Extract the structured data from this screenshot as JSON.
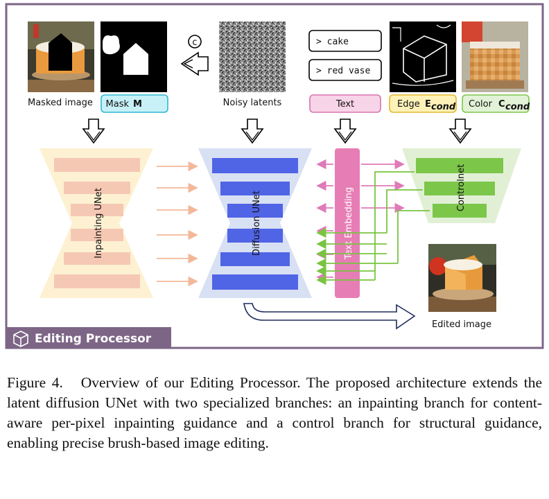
{
  "diagram": {
    "inputs": {
      "masked_image": "Masked image",
      "mask": "Mask",
      "mask_symbol": "M",
      "noisy_latents": "Noisy latents",
      "text_chips": [
        "> cake",
        "> red vase"
      ],
      "text": "Text",
      "edge": "Edge",
      "edge_symbol": "E",
      "color": "Color",
      "color_symbol": "C",
      "cond_subscript": "cond",
      "concat_symbol": "c"
    },
    "modules": {
      "inpainting": "Inpainting UNet",
      "diffusion": "Diffusion UNet",
      "text_embedding": "Text Embedding",
      "controlnet": "Controlnet"
    },
    "output": "Edited image",
    "badge": "Editing Processor"
  },
  "colors": {
    "frame": "#7d6586",
    "inpaint_bg": "#fdf1d2",
    "inpaint_bar": "#f5c8b4",
    "diffusion_bg": "#d8e0f4",
    "diffusion_bar": "#5064e6",
    "text_embed": "#e67eb5",
    "control_bg": "#e1f0d5",
    "control_bar": "#7cc74a",
    "mask_chip": "#c7f1f7",
    "text_chip": "#f8d4e8",
    "edge_chip": "#fff2b8",
    "color_chip": "#e2f2d6"
  },
  "caption": {
    "label": "Figure 4.",
    "text": "Overview of our Editing Processor. The proposed architecture extends the latent diffusion UNet with two specialized branches: an inpainting branch for content-aware per-pixel inpainting guidance and a control branch for structural guidance, enabling precise brush-based image editing."
  }
}
